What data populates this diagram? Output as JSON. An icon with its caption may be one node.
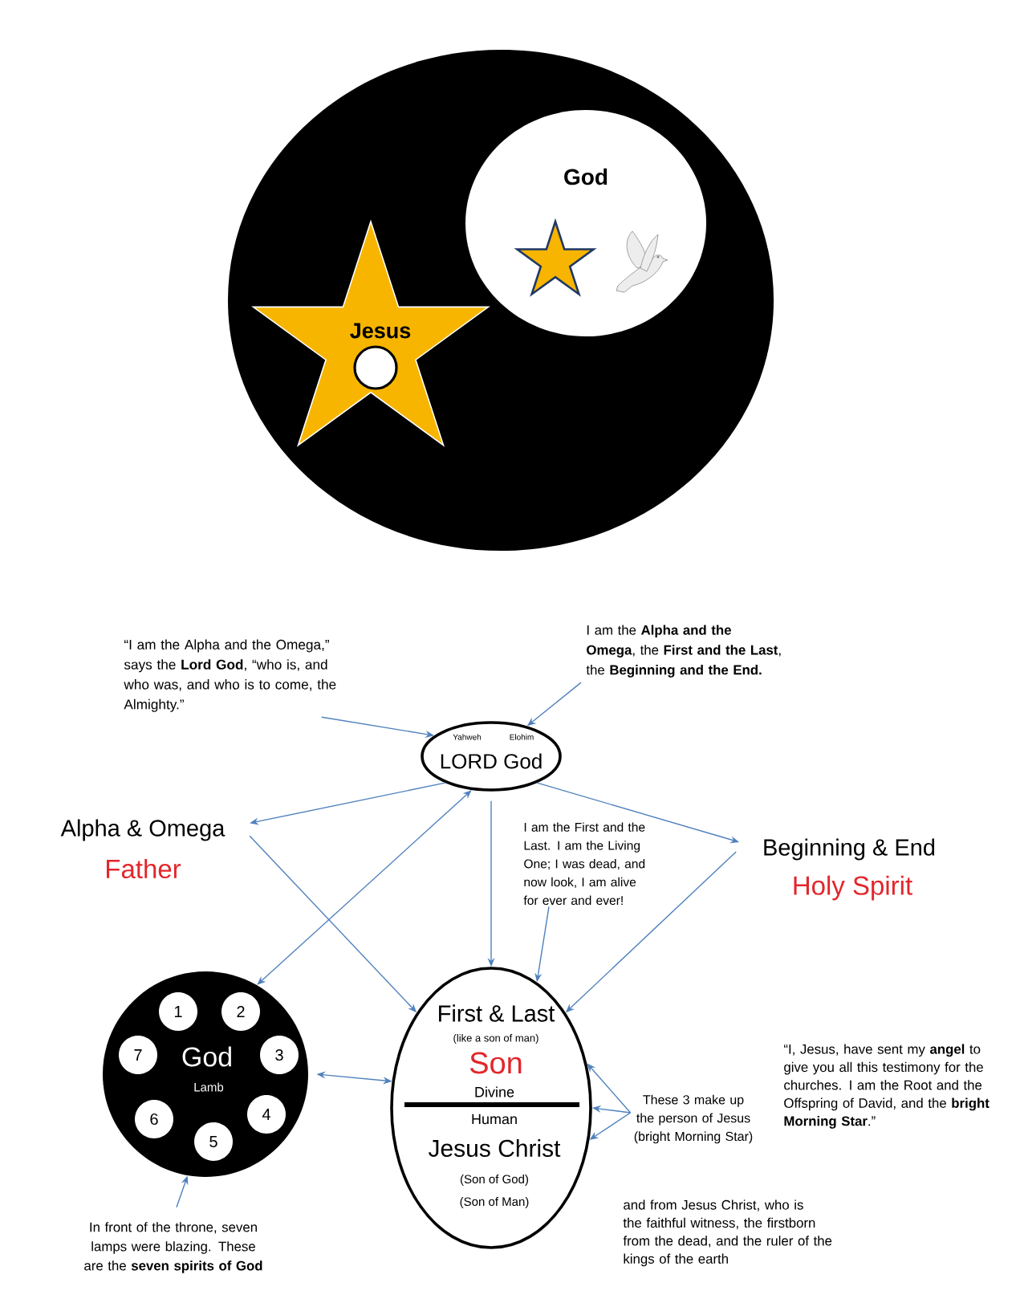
{
  "diagram": {
    "nodes": [
      {
        "text": [],
        "shape": "circle"
      },
      {
        "text": [
          "God"
        ],
        "in": 0
      },
      {
        "text": [],
        "shape": "star",
        "in": 1
      },
      {
        "text": [],
        "shape": "picture",
        "in": 1
      },
      {
        "text": [
          "Jesus"
        ],
        "in": 0
      },
      {
        "text": [],
        "shape": "circle",
        "in": 4
      },
      {
        "text": [
          "“I am the Alpha and the Omega,” says the **Lord God**, “who is, and who was, and who is to come, the Almighty.”"
        ]
      },
      {
        "text": [
          "I am the **Alpha and the Omega**, the **First and the Last**, the **Beginning and the End.**"
        ]
      },
      {
        "text": [
          "Yahweh",
          "Elohim",
          "LORD God"
        ]
      },
      {
        "text": [
          "Alpha & Omega",
          "Father"
        ]
      },
      {
        "text": [
          "Beginning & End",
          "Holy Spirit"
        ]
      },
      {
        "text": [
          "I am the First and the Last. I am the Living One; I was dead, and now look, I am alive for ever and ever!"
        ]
      },
      {
        "text": [
          "God",
          "Lamb"
        ]
      },
      {
        "text": [
          "1"
        ],
        "in": 12
      },
      {
        "text": [
          "2"
        ],
        "in": 12
      },
      {
        "text": [
          "3"
        ],
        "in": 12
      },
      {
        "text": [
          "4"
        ],
        "in": 12
      },
      {
        "text": [
          "5"
        ],
        "in": 12
      },
      {
        "text": [
          "6"
        ],
        "in": 12
      },
      {
        "text": [
          "7"
        ],
        "in": 12
      },
      {
        "text": [
          "First & Last",
          "(like a son of man)",
          "Son",
          "Divine",
          "Human",
          "Jesus Christ",
          "(Son of God)",
          "(Son of Man)"
        ]
      },
      {
        "text": [
          "These 3 make up the person of Jesus (bright Morning Star)"
        ]
      },
      {
        "text": [
          "In front of the throne, seven lamps were blazing. These are the **seven spirits of God**"
        ]
      }
    ],
    "edges": [
      {
        "from": 6,
        "to": 8,
        "arrow": "to"
      },
      {
        "from": 7,
        "to": 8,
        "arrow": "to"
      },
      {
        "from": 8,
        "to": 9,
        "arrow": "to"
      },
      {
        "from": 8,
        "to": 10,
        "arrow": "to"
      },
      {
        "from": 8,
        "to": 12,
        "arrow": "both"
      },
      {
        "from": 8,
        "to": 20,
        "arrow": "to"
      },
      {
        "from": 9,
        "to": 20,
        "arrow": "to"
      },
      {
        "from": 10,
        "to": 20,
        "arrow": "to"
      },
      {
        "from": 11,
        "to": 20,
        "arrow": "to"
      },
      {
        "from": 12,
        "to": 20,
        "arrow": "both"
      },
      {
        "from": 21,
        "to": 20,
        "arrow": "to"
      },
      {
        "from": 21,
        "to": 20,
        "arrow": "to"
      },
      {
        "from": 21,
        "to": 20,
        "arrow": "to"
      },
      {
        "from": 22,
        "to": 12,
        "arrow": "to"
      }
    ],
    "labels": [
      "“I, Jesus, have sent my **angel** to give you all this testimony for the churches. I am the Root and the Offspring of David, and the **bright Morning Star**.”",
      "and from Jesus Christ, who is the faithful witness, the firstborn from the dead, and the ruler of the kings of the earth"
    ]
  }
}
